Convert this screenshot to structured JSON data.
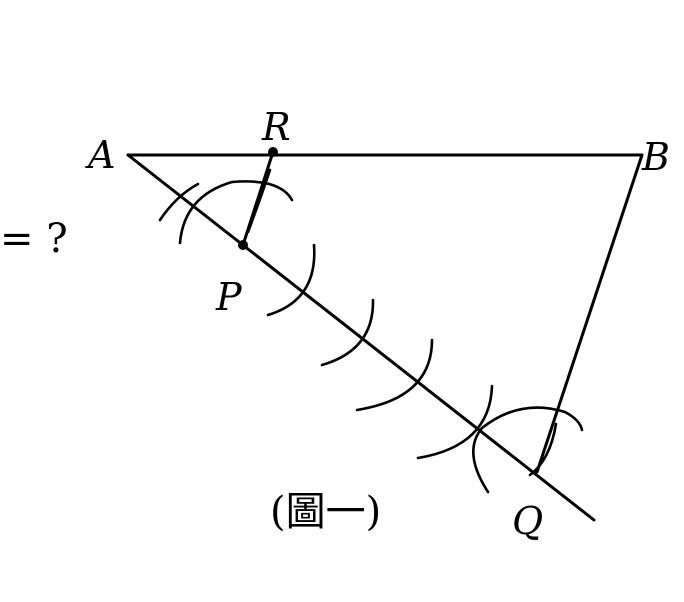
{
  "figure": {
    "points": {
      "A": "A",
      "B": "B",
      "R": "R",
      "P": "P",
      "Q": "Q"
    },
    "side_text": "= ?",
    "caption": "(圖一)"
  },
  "colors": {
    "ink": "#000000",
    "background": "#ffffff"
  }
}
